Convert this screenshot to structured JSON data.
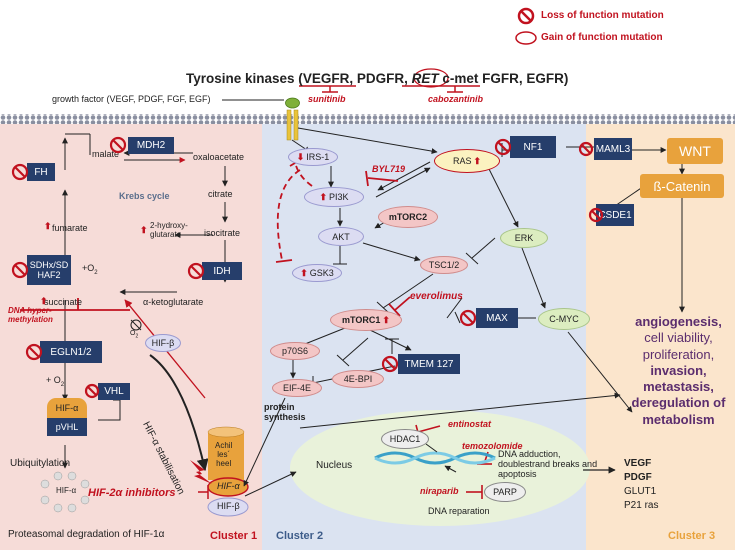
{
  "legend": {
    "loss": "Loss of function mutation",
    "gain": "Gain of function mutation"
  },
  "header": {
    "tyrosine_prefix": "Tyrosine kinases (",
    "vegfr": "VEGFR,",
    "pdgfr": "PDGFR,",
    "ret": "RET",
    "cmet": "c-met",
    "rest": "FGFR, EGFR)",
    "sunitinib": "sunitinib",
    "cabozantinib": "cabozantinib",
    "growth_factor": "growth factor (VEGF, PDGF, FGF, EGF)"
  },
  "cluster1": {
    "malate": "malate",
    "oxaloacetate": "oxaloacetate",
    "citrate": "citrate",
    "isocitrate": "isocitrate",
    "hydroxyglutarate": "2-hydroxy-\nglutarate",
    "akg": "α-ketoglutarate",
    "succinate": "succinate",
    "fumarate": "fumarate",
    "krebs": "Krebs cycle",
    "o2_a": "+O",
    "o2_b": "+ O",
    "mdh2": "MDH2",
    "fh": "FH",
    "sdhx": "SDHx/SD",
    "haf2": "HAF2",
    "idh": "IDH",
    "egln": "EGLN1/2",
    "dna_hyper": "DNA hyper-\nmethylation",
    "hif_alpha": "HIF-α",
    "pvhl": "pVHL",
    "vhl": "VHL",
    "ubiq": "Ubiquitylation",
    "hif_alpha_small": "HIF-α",
    "proteasomal": "Proteasomal degradation of HIF-1α",
    "hif_beta": "HIF-β",
    "o2_cross": "O",
    "hif_stab": "HIF-α stabilisation",
    "achilles": "Achil\nles´\nheel",
    "hif_alpha_core": "HIF-α",
    "hif_beta_core": "HIF-β",
    "hif2": "HIF-2α inhibitors",
    "label": "Cluster 1"
  },
  "cluster2": {
    "irs1": "IRS-1",
    "pi3k": "PI3K",
    "akt": "AKT",
    "gsk3": "GSK3",
    "byl": "BYL719",
    "mtorc2": "mTORC2",
    "ras": "RAS",
    "nf1": "NF1",
    "erk": "ERK",
    "tsc": "TSC1/2",
    "mtorc1": "mTORC1",
    "everolimus": "everolimus",
    "max": "MAX",
    "cmyc": "C-MYC",
    "p70": "p70S6",
    "tmem": "TMEM 127",
    "ebp": "4E-BPI",
    "eif": "EIF-4E",
    "protein": "protein\nsynthesis",
    "nucleus": "Nucleus",
    "hdac": "HDAC1",
    "entinostat": "entinostat",
    "temozolomide": "temozolomide",
    "dna_effects": "DNA adduction,\ndoublestrand breaks and\napoptosis",
    "niraparib": "niraparib",
    "parp": "PARP",
    "dna_rep": "DNA reparation",
    "label": "Cluster 2"
  },
  "cluster3": {
    "maml3": "MAML3",
    "wnt": "WNT",
    "catenin": "ß-Catenin",
    "csde1": "CSDE1",
    "out1": "angiogenesis,",
    "out2": "cell viability,",
    "out3": "proliferation,",
    "out4": "invasion,",
    "out5": "metastasis,",
    "out6": "deregulation of",
    "out7": "metabolism",
    "vegf": "VEGF",
    "pdgf": "PDGF",
    "glut": "GLUT1",
    "p21": "P21 ras",
    "label": "Cluster 3"
  },
  "colors": {
    "cluster1_bg": "#f6dcd8",
    "cluster2_bg": "#dbe3f1",
    "cluster3_bg": "#fbe5cc",
    "navy": "#263e6b",
    "red": "#c1121f",
    "orange": "#e8a23c"
  }
}
